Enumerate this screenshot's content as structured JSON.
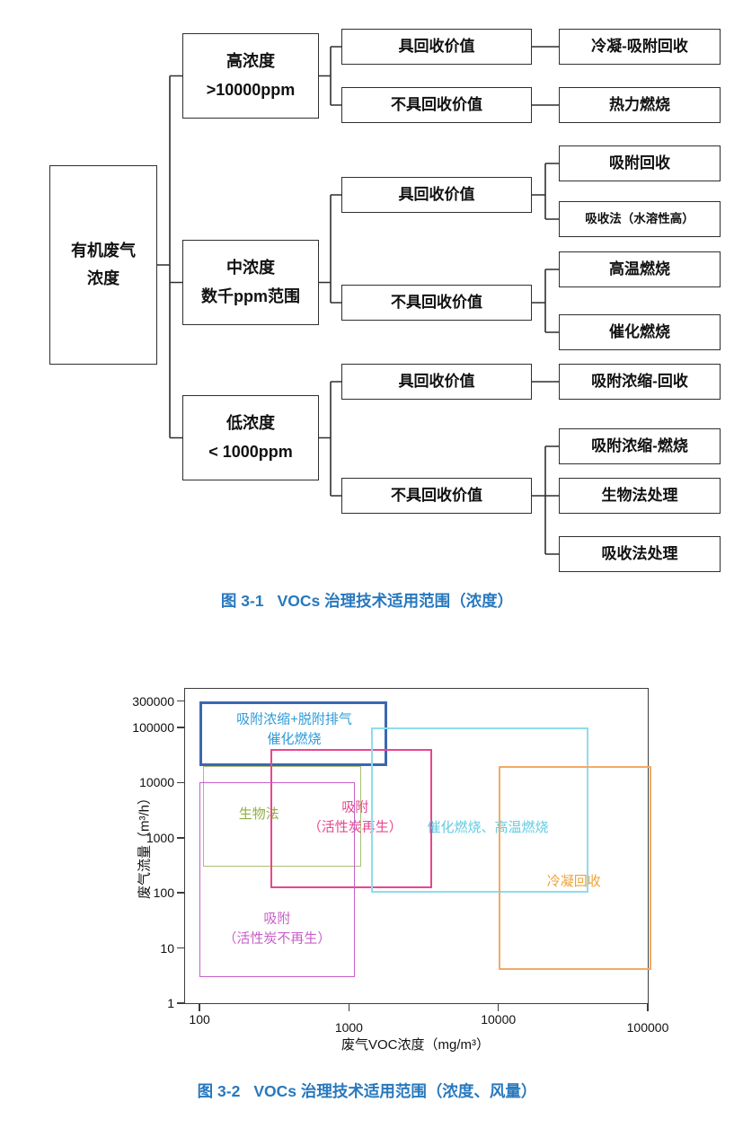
{
  "figure1": {
    "caption_label": "图 3-1",
    "caption_text": "VOCs 治理技术适用范围（浓度）",
    "flowchart": {
      "root": {
        "line1": "有机废气",
        "line2": "浓度"
      },
      "level1": [
        {
          "line1": "高浓度",
          "line2": ">10000ppm"
        },
        {
          "line1": "中浓度",
          "line2": "数千ppm范围"
        },
        {
          "line1": "低浓度",
          "line2": "< 1000ppm"
        }
      ],
      "level2": [
        "具回收价值",
        "不具回收价值",
        "具回收价值",
        "不具回收价值",
        "具回收价值",
        "不具回收价值"
      ],
      "level3": [
        "冷凝-吸附回收",
        "热力燃烧",
        "吸附回收",
        "吸收法（水溶性高）",
        "高温燃烧",
        "催化燃烧",
        "吸附浓缩-回收",
        "吸附浓缩-燃烧",
        "生物法处理",
        "吸收法处理"
      ]
    }
  },
  "figure2": {
    "caption_label": "图 3-2",
    "caption_text": "VOCs 治理技术适用范围（浓度、风量）"
  },
  "chart_data": {
    "type": "region-map",
    "title": "",
    "xlabel": "废气VOC浓度（mg/m³）",
    "ylabel": "废气流量（m³/h）",
    "x_scale": "log",
    "y_scale": "log",
    "xlim": [
      80,
      100000
    ],
    "ylim": [
      1,
      500000
    ],
    "x_ticks": [
      100,
      1000,
      10000,
      100000
    ],
    "y_ticks": [
      1,
      10,
      100,
      1000,
      10000,
      100000,
      300000
    ],
    "grid": false,
    "regions": [
      {
        "name": "adsorption-concentration-catalytic-combustion",
        "label": "吸附浓缩+脱附排气\n催化燃烧",
        "color": "#3a68b2",
        "text_color": "#2f9bd8",
        "border_width": 3,
        "x": [
          100,
          1800
        ],
        "y": [
          20000,
          300000
        ],
        "label_at": [
          430,
          90000
        ]
      },
      {
        "name": "biological-method",
        "label": "生物法",
        "color": "#aabf74",
        "text_color": "#8fae45",
        "border_width": 1.5,
        "x": [
          105,
          1200
        ],
        "y": [
          300,
          20000
        ],
        "label_at": [
          250,
          2600
        ]
      },
      {
        "name": "adsorption-activated-carbon-regenerated",
        "label": "吸附\n（活性炭再生）",
        "color": "#e8468e",
        "text_color": "#e8468e",
        "border_width": 2.5,
        "x": [
          300,
          3600
        ],
        "y": [
          120,
          40000
        ],
        "label_at": [
          1100,
          2300
        ]
      },
      {
        "name": "catalytic-and-high-temperature-combustion",
        "label": "催化燃烧、高温燃烧",
        "color": "#8edcee",
        "text_color": "#63cbe2",
        "border_width": 2,
        "x": [
          1400,
          40000
        ],
        "y": [
          100,
          100000
        ],
        "label_at": [
          8500,
          1500
        ]
      },
      {
        "name": "condensation-recovery",
        "label": "冷凝回收",
        "color": "#f2aa66",
        "text_color": "#f0a236",
        "border_width": 2,
        "x": [
          10000,
          105000
        ],
        "y": [
          4,
          20000
        ],
        "label_at": [
          32000,
          160
        ]
      },
      {
        "name": "adsorption-activated-carbon-not-regenerated",
        "label": "吸附\n（活性炭不再生）",
        "color": "#c75fc7",
        "text_color": "#c75fc7",
        "border_width": 1.5,
        "x": [
          100,
          1100
        ],
        "y": [
          3,
          10000
        ],
        "label_at": [
          330,
          22
        ]
      }
    ]
  }
}
